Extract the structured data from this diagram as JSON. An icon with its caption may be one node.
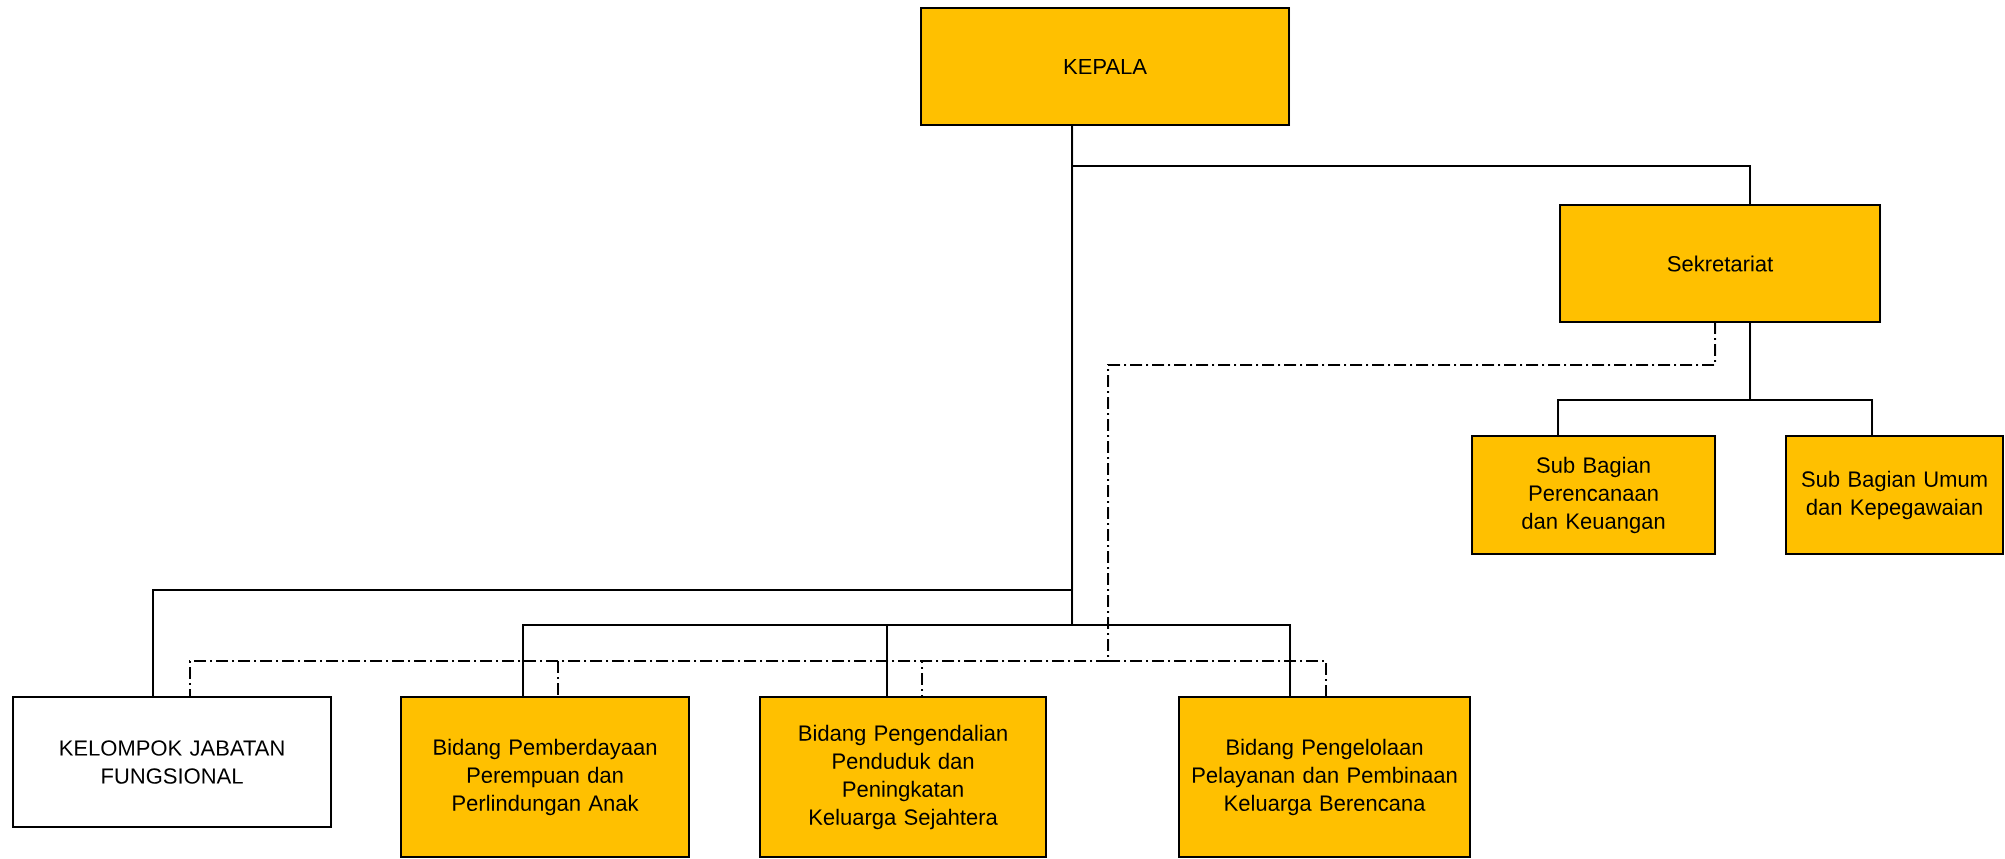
{
  "diagram": {
    "nodes": [
      {
        "text": [
          "KEPALA"
        ]
      },
      {
        "text": [
          "Sekretariat"
        ]
      },
      {
        "text": [
          "Sub Bagian Perencanaan dan Keuangan"
        ]
      },
      {
        "text": [
          "Sub Bagian Umum dan Kepegawaian"
        ]
      },
      {
        "text": [
          "KELOMPOK JABATAN FUNGSIONAL"
        ]
      },
      {
        "text": [
          "Bidang Pemberdayaan Perempuan dan Perlindungan Anak"
        ]
      },
      {
        "text": [
          "Bidang Pengendalian Penduduk dan Peningkatan Keluarga Sejahtera"
        ]
      },
      {
        "text": [
          "Bidang Pengelolaan Pelayanan dan Pembinaan Keluarga Berencana"
        ]
      }
    ],
    "edges": [
      {
        "from": 0,
        "to": 1,
        "arrow": "none"
      },
      {
        "from": 1,
        "to": 2,
        "arrow": "none"
      },
      {
        "from": 1,
        "to": 3,
        "arrow": "none"
      },
      {
        "from": 0,
        "to": 4,
        "arrow": "none"
      },
      {
        "from": 0,
        "to": 5,
        "arrow": "none"
      },
      {
        "from": 0,
        "to": 6,
        "arrow": "none"
      },
      {
        "from": 0,
        "to": 7,
        "arrow": "none"
      },
      {
        "from": 1,
        "to": 4,
        "arrow": "none",
        "style": "dashed"
      },
      {
        "from": 1,
        "to": 5,
        "arrow": "none",
        "style": "dashed"
      },
      {
        "from": 1,
        "to": 6,
        "arrow": "none",
        "style": "dashed"
      },
      {
        "from": 1,
        "to": 7,
        "arrow": "none",
        "style": "dashed"
      }
    ]
  }
}
